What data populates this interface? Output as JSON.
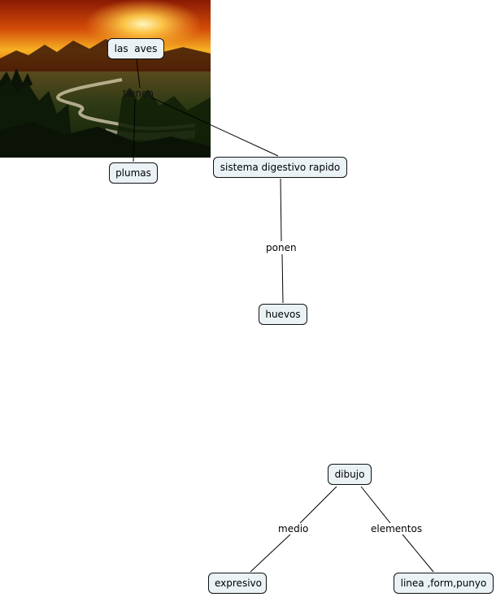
{
  "colors": {
    "node_fill": "#eaf2f6",
    "node_border": "#111111",
    "line": "#000000",
    "background": "#ffffff"
  },
  "image": {
    "icon": "sunset-landscape-image"
  },
  "concepts": {
    "las_aves": "las  aves",
    "plumas": "plumas",
    "sistema_digestivo": "sistema digestivo rapido",
    "huevos": "huevos",
    "dibujo": "dibujo",
    "expresivo": "expresivo",
    "linea_form_punyo": "linea ,form,punyo"
  },
  "links": {
    "tienen": "tienen",
    "ponen": "ponen",
    "medio": "medio",
    "elementos": "elementos"
  }
}
